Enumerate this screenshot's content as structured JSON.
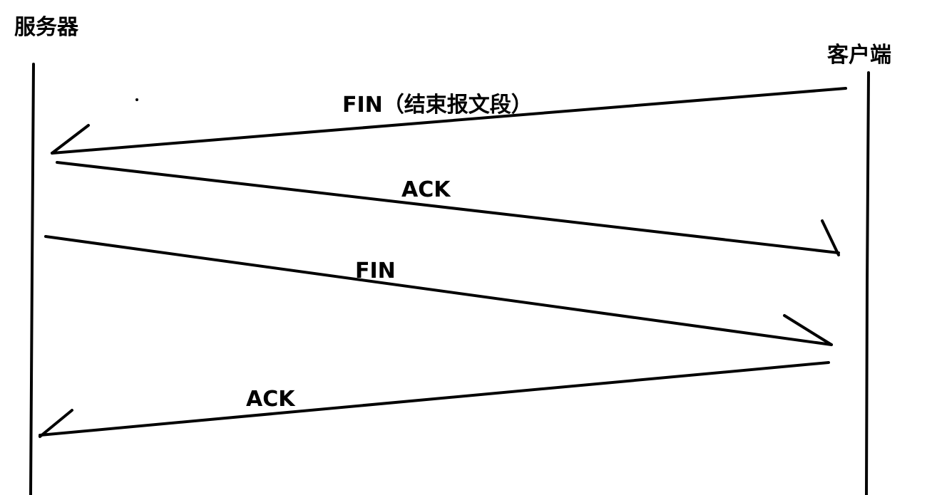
{
  "participants": {
    "server": "服务器",
    "client": "客户端"
  },
  "messages": [
    {
      "label": "FIN（结束报文段）",
      "direction": "client-to-server"
    },
    {
      "label": "ACK",
      "direction": "server-to-client"
    },
    {
      "label": "FIN",
      "direction": "server-to-client"
    },
    {
      "label": "ACK",
      "direction": "client-to-server"
    }
  ],
  "colors": {
    "stroke": "#000000",
    "background": "#ffffff"
  }
}
